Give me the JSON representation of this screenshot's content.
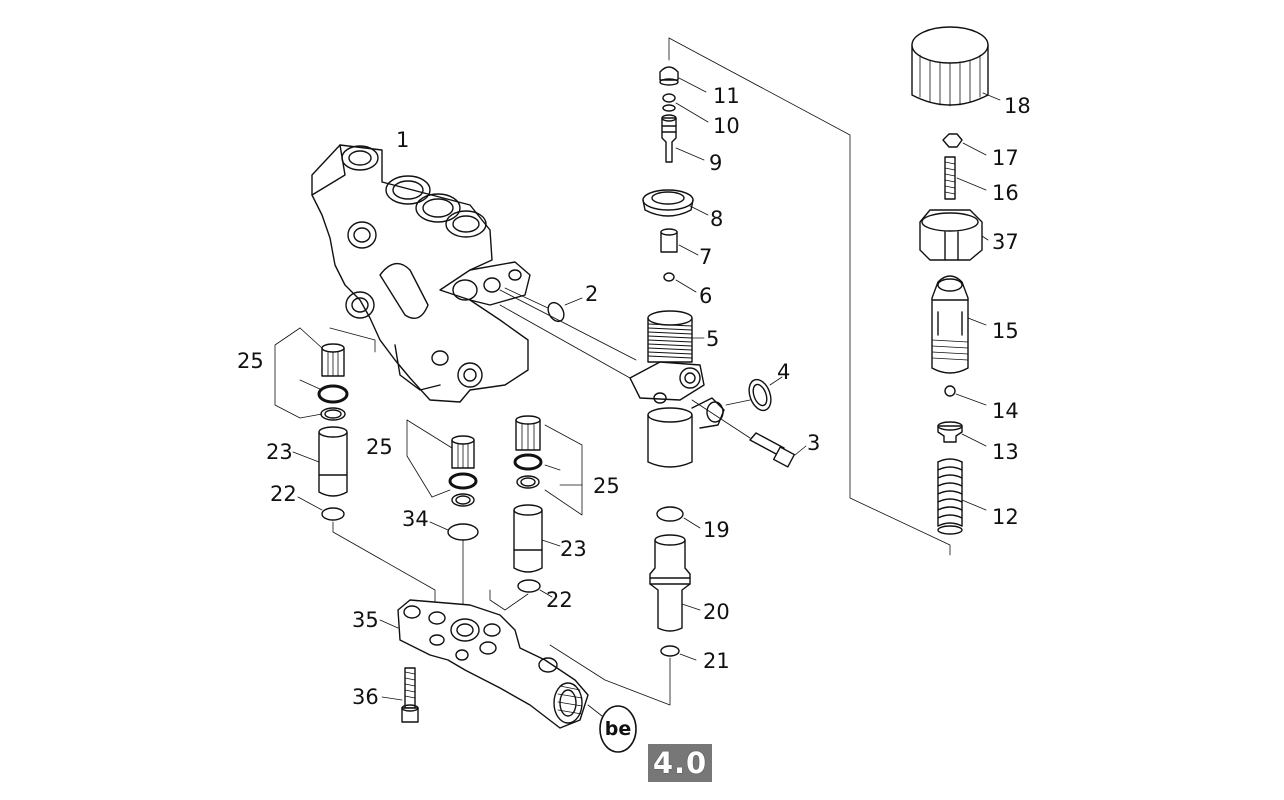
{
  "diagram": {
    "labels": {
      "p1": "1",
      "p2": "2",
      "p3": "3",
      "p4": "4",
      "p5": "5",
      "p6": "6",
      "p7": "7",
      "p8": "8",
      "p9": "9",
      "p10": "10",
      "p11": "11",
      "p12": "12",
      "p13": "13",
      "p14": "14",
      "p15": "15",
      "p16": "16",
      "p17": "17",
      "p18": "18",
      "p19": "19",
      "p20": "20",
      "p21": "21",
      "p22a": "22",
      "p22b": "22",
      "p23a": "23",
      "p23b": "23",
      "p25a": "25",
      "p25b": "25",
      "p25c": "25",
      "p34": "34",
      "p35": "35",
      "p36": "36",
      "p37": "37"
    },
    "marking": "be",
    "page_badge": "4.0"
  }
}
